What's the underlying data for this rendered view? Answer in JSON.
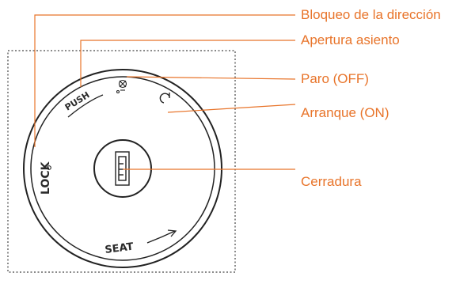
{
  "labels": {
    "steering_lock": "Bloqueo de la dirección",
    "seat_opening": "Apertura asiento",
    "stop_off": "Paro (OFF)",
    "start_on": "Arranque (ON)",
    "lock_cylinder": "Cerradura"
  },
  "dial": {
    "push": "PUSH",
    "lock": "LOCK",
    "seat": "SEAT"
  },
  "colors": {
    "label": "#e8742a",
    "leader": "#e8742a",
    "line": "#222222",
    "dotted_frame": "#444444"
  },
  "icons": [
    "engine-off-icon",
    "power-on-icon",
    "arrow-icon"
  ]
}
